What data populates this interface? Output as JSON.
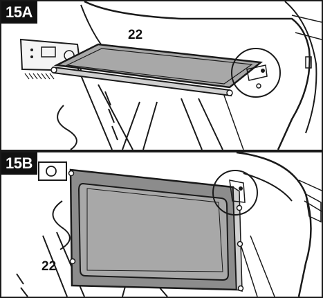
{
  "panels": [
    {
      "step": "15A",
      "part_callout": "22"
    },
    {
      "step": "15B",
      "part_callout": "22"
    }
  ],
  "colors": {
    "line": "#1a1a1a",
    "shelf_fill": "#a8a8a8",
    "frame_fill": "#8c8c8c",
    "label_bg": "#111111",
    "label_text": "#ffffff"
  },
  "icons": [
    "grill-body-illustration",
    "control-panel-illustration",
    "hinge-detail-circle"
  ]
}
